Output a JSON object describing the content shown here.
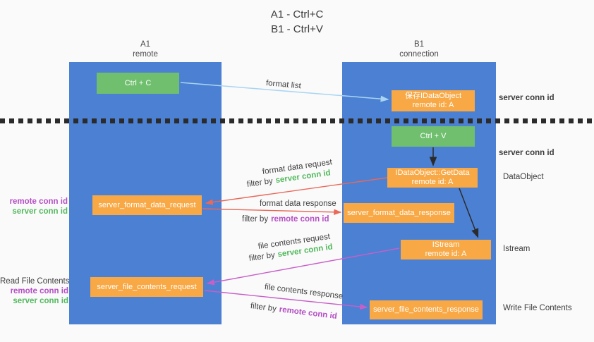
{
  "title": {
    "line1": "A1 - Ctrl+C",
    "line2": "B1 - Ctrl+V"
  },
  "columns": {
    "left": {
      "name": "A1",
      "role": "remote"
    },
    "right": {
      "name": "B1",
      "role": "connection"
    }
  },
  "nodes": {
    "ctrl_c": {
      "label": "Ctrl + C"
    },
    "save_idataobject": {
      "line1": "保存IDataObject",
      "line2": "remote id: A"
    },
    "ctrl_v": {
      "label": "Ctrl + V"
    },
    "getdata": {
      "line1": "IDataObject::GetData",
      "line2": "remote id: A"
    },
    "format_request": {
      "label": "server_format_data_request"
    },
    "format_response": {
      "label": "server_format_data_response"
    },
    "istream": {
      "line1": "IStream",
      "line2": "remote id: A"
    },
    "file_request": {
      "label": "server_file_contents_request"
    },
    "file_response": {
      "label": "server_file_contents_response"
    }
  },
  "arrow_labels": {
    "format_list": "format list",
    "format_data_request": "format data request",
    "format_data_response": "format data response",
    "file_contents_request": "file contents request",
    "file_contents_response": "file contents response",
    "filter_prefix": "filter by",
    "server_conn_id": "server conn id",
    "remote_conn_id": "remote conn id"
  },
  "annotations": {
    "server_conn_id_top": "server conn id",
    "server_conn_id_mid": "server conn id",
    "dataobject": "DataObject",
    "istream": "Istream",
    "read_file_contents": "Read File Contents",
    "write_file_contents": "Write File Contents",
    "remote_conn_id": "remote conn id",
    "server_conn_id": "server conn id"
  },
  "colors": {
    "column_blue": "#4b80d3",
    "node_orange": "#f8a845",
    "node_green": "#6fbf6e",
    "accent_green": "#53b95e",
    "accent_purple": "#b44fc4",
    "arrow_red": "#e9695a",
    "arrow_magenta": "#c75fc9",
    "arrow_lightblue": "#a9d5f2",
    "arrow_black": "#2b2b2b"
  }
}
